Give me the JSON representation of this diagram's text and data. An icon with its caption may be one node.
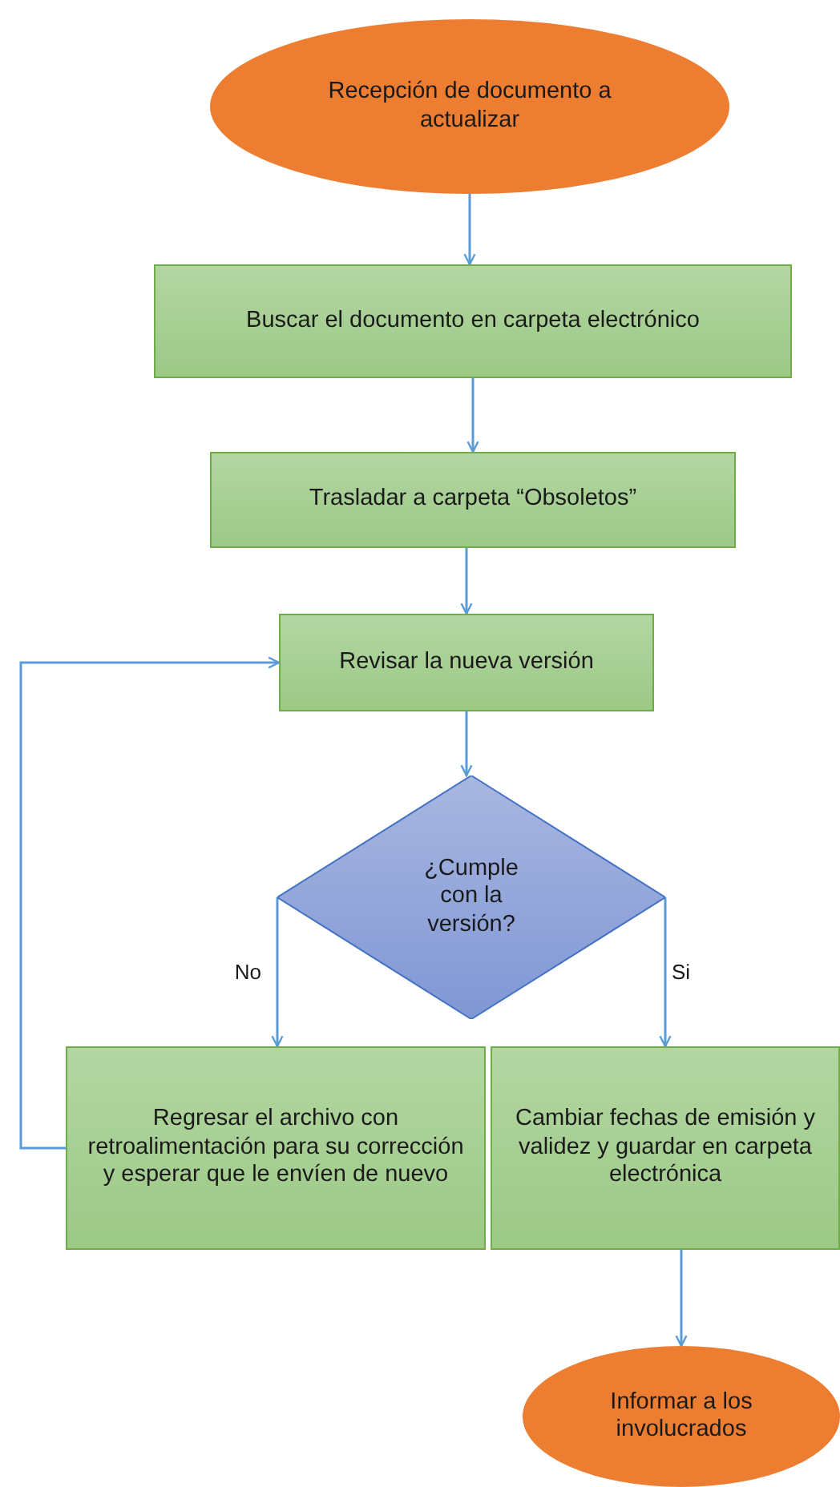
{
  "diagram": {
    "nodes": [
      {
        "text": [
          "Recepción de documento a actualizar"
        ]
      },
      {
        "text": [
          "Buscar el documento en carpeta electrónico"
        ]
      },
      {
        "text": [
          "Trasladar a carpeta “Obsoletos”"
        ]
      },
      {
        "text": [
          "Revisar la nueva versión"
        ]
      },
      {
        "text": [
          "¿Cumple con la versión?"
        ]
      },
      {
        "text": [
          "Regresar el archivo con retroalimentación para su corrección y esperar que le envíen de nuevo"
        ]
      },
      {
        "text": [
          "Cambiar fechas de emisión y validez y guardar en carpeta electrónica"
        ]
      },
      {
        "text": [
          "Informar a los involucrados"
        ]
      }
    ],
    "edges": [
      {
        "from": 0,
        "to": 1,
        "arrow": "to"
      },
      {
        "from": 1,
        "to": 2,
        "arrow": "to"
      },
      {
        "from": 2,
        "to": 3,
        "arrow": "to"
      },
      {
        "from": 3,
        "to": 4,
        "arrow": "to"
      },
      {
        "from": 4,
        "to": 5,
        "label": "No",
        "arrow": "to"
      },
      {
        "from": 4,
        "to": 6,
        "label": "Si",
        "arrow": "to"
      },
      {
        "from": 6,
        "to": 7,
        "arrow": "to"
      },
      {
        "from": 5,
        "to": 3,
        "arrow": "to"
      }
    ]
  }
}
